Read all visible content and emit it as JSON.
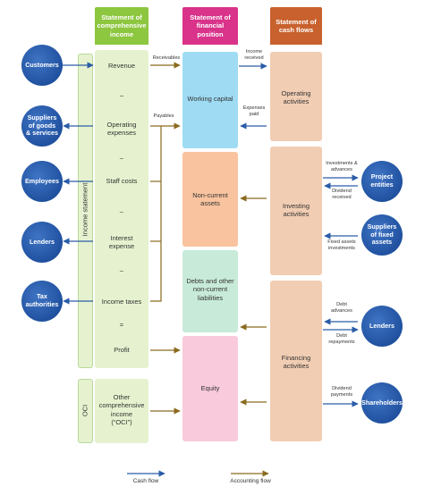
{
  "headers": {
    "sci": "Statement of\ncomprehensive\nincome",
    "sfp": "Statement of\nfinancial\nposition",
    "scf": "Statement of\ncash flows"
  },
  "colors": {
    "green_header": "#8dc63f",
    "pink_header": "#d9338a",
    "orange_header": "#c8612d",
    "green_col": "#e6f2cf",
    "blue": "#9fdcf4",
    "peach": "#f8c39e",
    "teal": "#c8ebd9",
    "pink": "#f8cadb",
    "tan": "#f1cdb3",
    "circle": "#2a5ca8",
    "cash_flow": "#2a5ca8",
    "accounting_flow": "#8a6a1f"
  },
  "income_items": {
    "revenue": "Revenue",
    "minus1": "–",
    "operating_expenses": "Operating\nexpenses",
    "minus2": "–",
    "staff_costs": "Staff costs",
    "minus3": "–",
    "interest_expense": "Interest\nexpense",
    "minus4": "–",
    "income_taxes": "Income taxes",
    "equals": "=",
    "profit": "Profit",
    "oci": "Other\ncomprehensive\nincome\n(“OCI”)"
  },
  "vertical": {
    "income_statement": "Income statement",
    "oci": "OCI"
  },
  "position_items": {
    "working_capital": "Working capital",
    "non_current_assets": "Non-current\nassets",
    "debts": "Debts and other\nnon-current\nliabilities",
    "equity": "Equity"
  },
  "cash_items": {
    "operating": "Operating\nactivities",
    "investing": "Investing\nactivities",
    "financing": "Financing\nactivities"
  },
  "left_circles": {
    "customers": "Customers",
    "suppliers": "Suppliers\nof goods\n& services",
    "employees": "Employees",
    "lenders": "Lenders",
    "tax": "Tax\nauthorities"
  },
  "right_circles": {
    "project_entities": "Project\nentities",
    "suppliers_fixed": "Suppliers\nof fixed\nassets",
    "lenders": "Lenders",
    "shareholders": "Shareholders"
  },
  "flow_labels": {
    "receivables": "Receivables",
    "payables": "Payables",
    "income_received": "Income\nreceived",
    "expenses_paid": "Expenses\npaid",
    "investments_advances": "Investments &\nadvances",
    "dividend_received": "Dividend\nreceived",
    "fixed_assets_investments": "Fixed assets\ninvestments",
    "debt_advances": "Debt\nadvances",
    "debt_repayments": "Debt\nrepayments",
    "dividend_payments": "Dividend\npayments"
  },
  "legend": {
    "cash_flow": "Cash flow",
    "accounting_flow": "Accounting flow"
  }
}
